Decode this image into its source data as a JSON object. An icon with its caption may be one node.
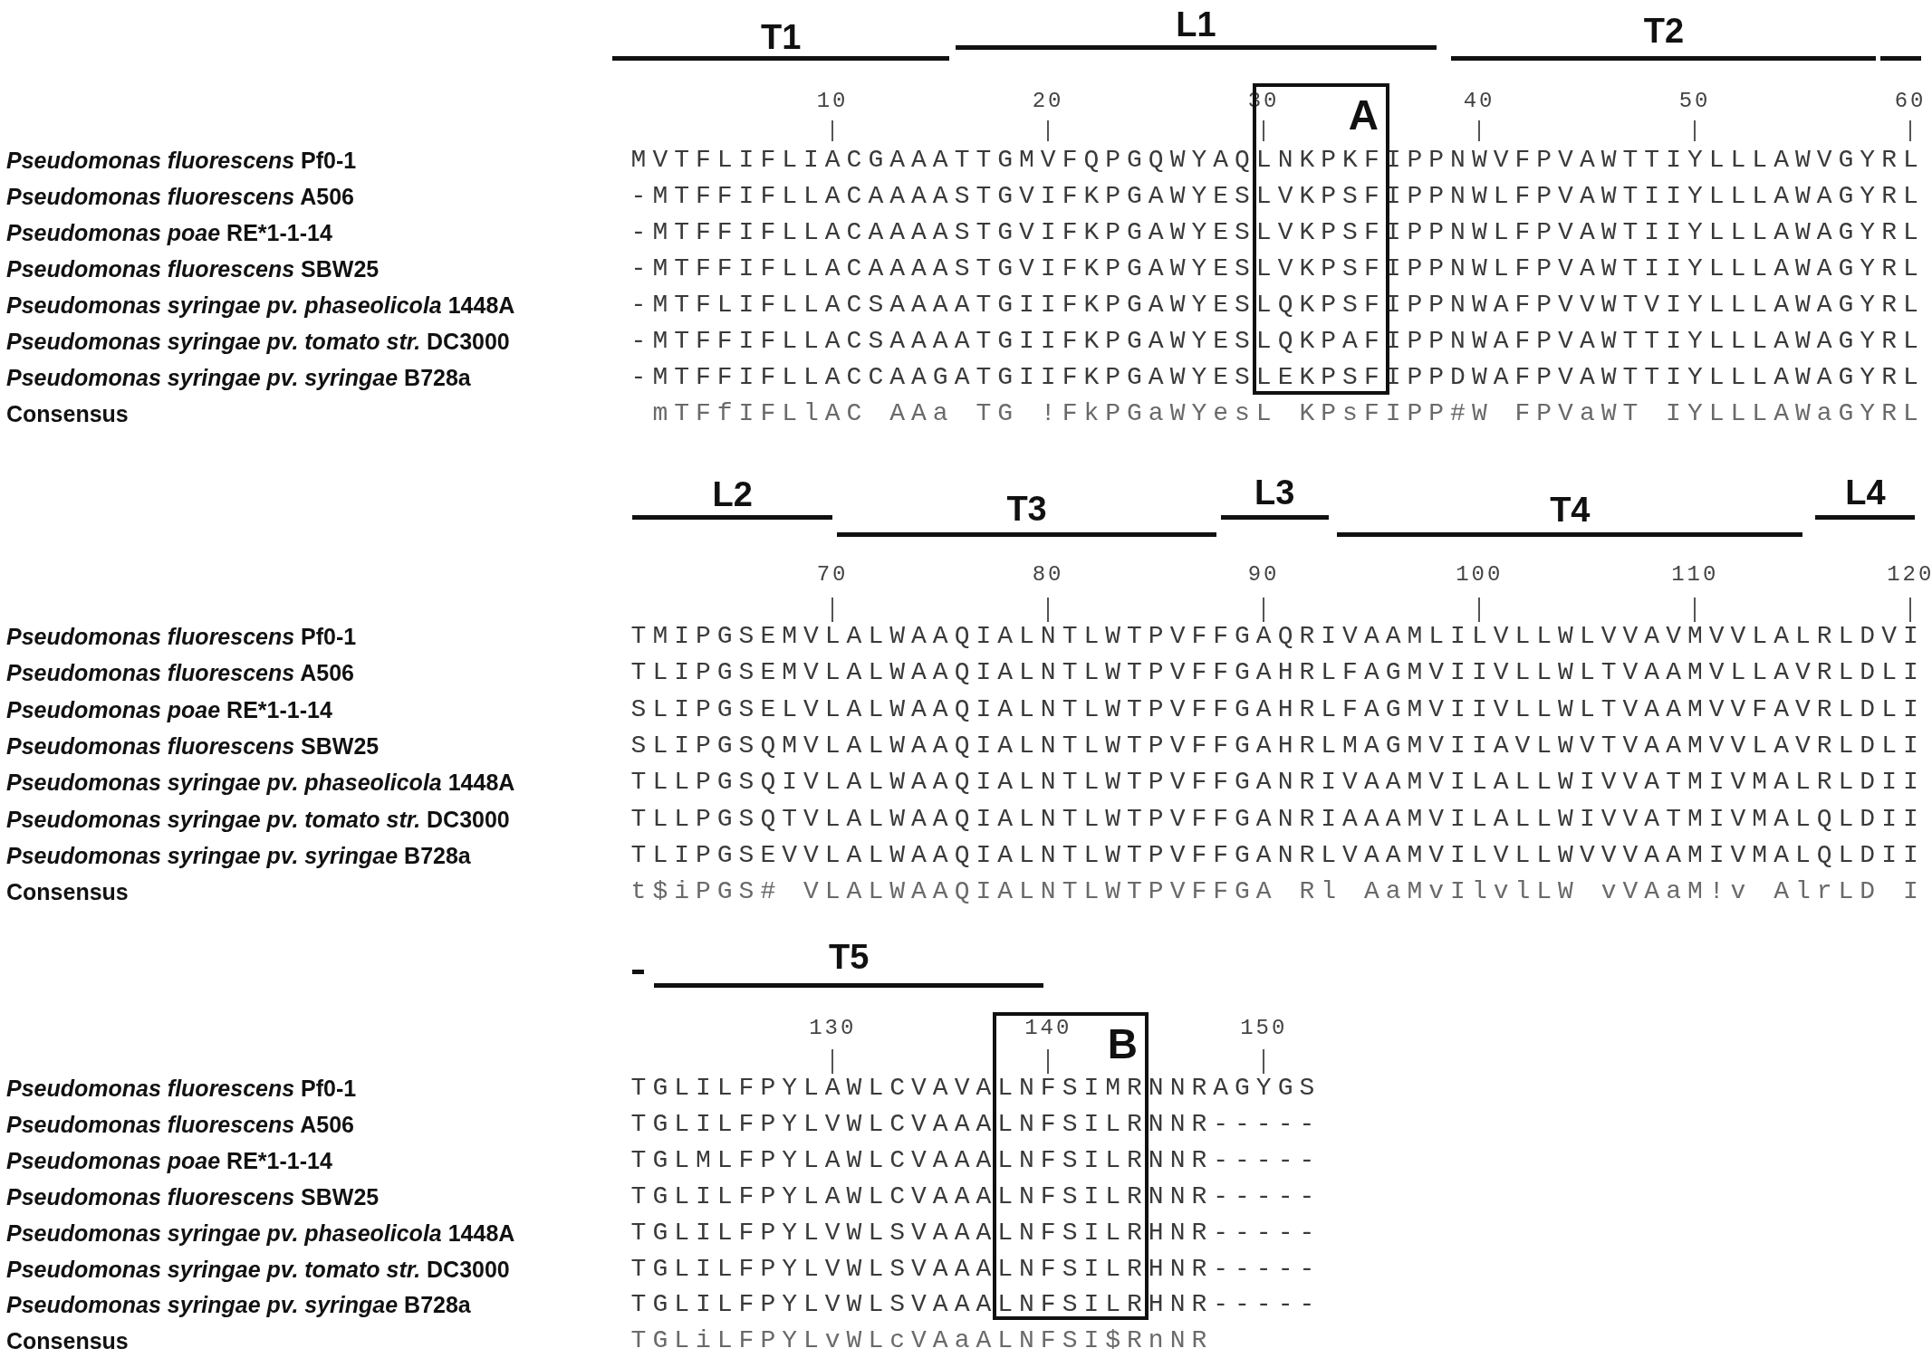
{
  "diagram": {
    "nodes": [
      {
        "text": [
          "A"
        ]
      },
      {
        "text": [
          "B"
        ]
      }
    ],
    "labels": [
      "T1",
      "L1",
      "T2",
      "10",
      "20",
      "30",
      "40",
      "50",
      "60",
      "*Pseudomonas fluorescens* Pf0-1",
      "MVTFLIFLIACGAAATTGMVFQPGQWYAQLNKPKFIPPNWVFPVAWTTIYLLLAWVGYRL",
      "*Pseudomonas fluorescens* A506",
      "-MTFFIFLLACAAAASTGVIFKPGAWYESLVKPSFIPPNWLFPVAWTIIYLLLAWAGYRL",
      "*Pseudomonas poae* RE*1-1-14",
      "-MTFFIFLLACAAAASTGVIFKPGAWYESLVKPSFIPPNWLFPVAWTIIYLLLAWAGYRL",
      "*Pseudomonas fluorescens* SBW25",
      "-MTFFIFLLACAAAASTGVIFKPGAWYESLVKPSFIPPNWLFPVAWTIIYLLLAWAGYRL",
      "*Pseudomonas syringae pv. phaseolicola* 1448A",
      "-MTFLIFLLACSAAAATGIIFKPGAWYESLQKPSFIPPNWAFPVVWTVIYLLLAWAGYRL",
      "*Pseudomonas syringae pv. tomato str.* DC3000",
      "-MTFFIFLLACSAAAATGIIFKPGAWYESLQKPAFIPPNWAFPVAWTTIYLLLAWAGYRL",
      "*Pseudomonas syringae pv. syringae* B728a",
      "-MTFFIFLLACCAAGATGIIFKPGAWYESLEKPSFIPPDWAFPVAWTTIYLLLAWAGYRL",
      "Consensus",
      "mTFfIFLlAC AAa TG !FkPGaWYesL KPsFIPP#W FPVaWT IYLLLAWaGYRL",
      "L2",
      "T3",
      "L3",
      "T4",
      "L4",
      "70",
      "80",
      "90",
      "100",
      "110",
      "120",
      "*Pseudomonas fluorescens* Pf0-1",
      "TMIPGSEMVLALWAAQIALNTLWTPVFFGAQRIVAAMLILVLLWLVVAVMVVLALRLDVI",
      "*Pseudomonas fluorescens* A506",
      "TLIPGSEMVLALWAAQIALNTLWTPVFFGAHRLFAGMVIIVLLWLTVAAMVLLAVRLDLI",
      "*Pseudomonas poae* RE*1-1-14",
      "SLIPGSELVLALWAAQIALNTLWTPVFFGAHRLFAGMVIIVLLWLTVAAMVVFAVRLDLI",
      "*Pseudomonas fluorescens* SBW25",
      "SLIPGSQMVLALWAAQIALNTLWTPVFFGAHRLMAGMVIIAVLWVTVAAMVVLAVRLDLI",
      "*Pseudomonas syringae pv. phaseolicola* 1448A",
      "TLLPGSQIVLALWAAQIALNTLWTPVFFGANRIVAAMVILALLWIVVATMIVMALRLDII",
      "*Pseudomonas syringae pv. tomato str.* DC3000",
      "TLLPGSQTVLALWAAQIALNTLWTPVFFGANRIAAAMVILALLWIVVATMIVMALQLDII",
      "*Pseudomonas syringae pv. syringae* B728a",
      "TLIPGSEVVLALWAAQIALNTLWTPVFFGANRLVAAMVILVLLWVVVAAMIVMALQLDII",
      "Consensus",
      "t$iPGS# VLALWAAQIALNTLWTPVFFGA Rl AaMvIlvlLW vVAaM!v AlrLD I",
      "T5",
      "130",
      "140",
      "150",
      "*Pseudomonas fluorescens* Pf0-1",
      "TGLILFPYLAWLCVAVALNFSIMRNNRAGYGS",
      "*Pseudomonas fluorescens* A506",
      "TGLILFPYLVWLCVAAALNFSILRNNR-----",
      "*Pseudomonas poae* RE*1-1-14",
      "TGLMLFPYLAWLCVAAALNFSILRNNR-----",
      "*Pseudomonas fluorescens* SBW25",
      "TGLILFPYLAWLCVAAALNFSILRNNR-----",
      "*Pseudomonas syringae pv. phaseolicola* 1448A",
      "TGLILFPYLVWLSVAAALNFSILRHNR-----",
      "*Pseudomonas syringae pv. tomato str.* DC3000",
      "TGLILFPYLVWLSVAAALNFSILRHNR-----",
      "*Pseudomonas syringae pv. syringae* B728a",
      "TGLILFPYLVWLSVAAALNFSILRHNR-----",
      "Consensus",
      "TGLiLFPYLvWLcVAaALNFSI$RnNR"
    ]
  }
}
